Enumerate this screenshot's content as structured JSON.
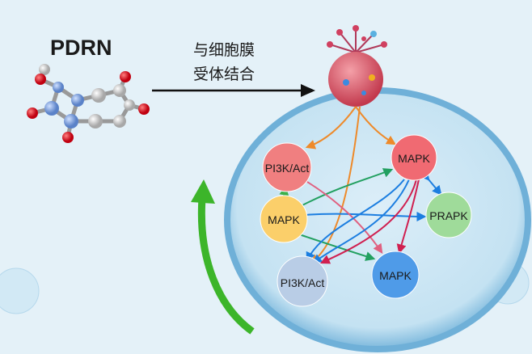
{
  "title": "PDRN",
  "binding_label": [
    "与细胞膜",
    "受体结合"
  ],
  "nodes": [
    {
      "id": "pi3k_top",
      "label": "PI3K/Act",
      "color": "#f07f80"
    },
    {
      "id": "mapk_top",
      "label": "MAPK",
      "color": "#f06a72"
    },
    {
      "id": "mapk_left",
      "label": "MAPK",
      "color": "#fbcf6a"
    },
    {
      "id": "prapk",
      "label": "PRAPK",
      "color": "#9fdb9a"
    },
    {
      "id": "pi3k_bottom",
      "label": "PI3K/Act",
      "color": "#b9cde6"
    },
    {
      "id": "mapk_bottom",
      "label": "MAPK",
      "color": "#4f9be8"
    }
  ]
}
